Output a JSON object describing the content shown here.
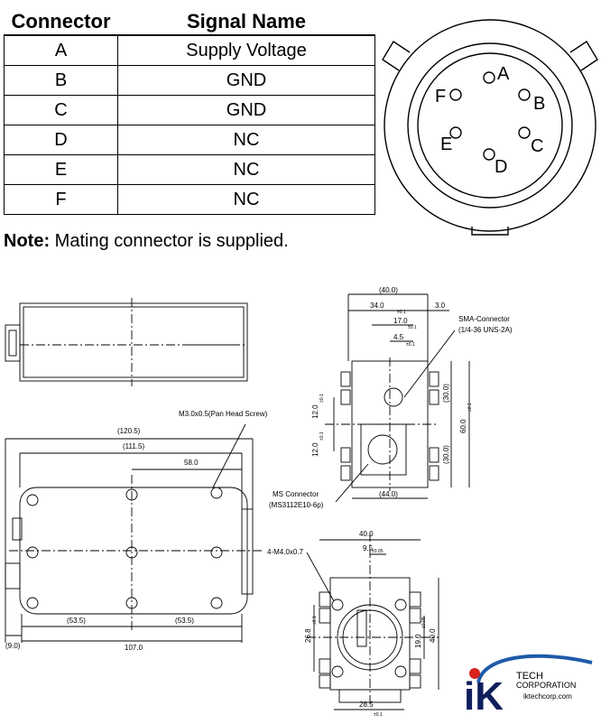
{
  "table": {
    "headers": [
      "Connector",
      "Signal Name"
    ],
    "rows": [
      {
        "connector": "A",
        "signal": "Supply Voltage"
      },
      {
        "connector": "B",
        "signal": "GND"
      },
      {
        "connector": "C",
        "signal": "GND"
      },
      {
        "connector": "D",
        "signal": "NC"
      },
      {
        "connector": "E",
        "signal": "NC"
      },
      {
        "connector": "F",
        "signal": "NC"
      }
    ]
  },
  "note": {
    "label": "Note:",
    "text": " Mating connector is supplied."
  },
  "connector_face": {
    "pins": [
      "A",
      "B",
      "C",
      "D",
      "E",
      "F"
    ]
  },
  "drawing": {
    "front": {
      "dim_overall": "(120.5)",
      "dim_inner": "(111.5)",
      "dim_58": "58.0",
      "dim_53a": "(53.5)",
      "dim_53b": "(53.5)",
      "dim_9": "(9.0)",
      "dim_107": "107.0",
      "screw_label": "M3.0x0.5(Pan Head Screw)"
    },
    "side": {
      "dim_40": "(40.0)",
      "dim_34": "34.0",
      "tol_34": "±0.1",
      "dim_3": "3.0",
      "dim_17": "17.0",
      "tol_17": "±0.1",
      "dim_45": "4.5",
      "tol_45": "±0.1",
      "dim_30a": "(30.0)",
      "dim_60": "60.0",
      "tol_60": "±0.1",
      "dim_30b": "(30.0)",
      "dim_12a": "12.0",
      "tol_12a": "±0.1",
      "dim_12b": "12.0",
      "tol_12b": "±0.1",
      "dim_44": "(44.0)",
      "sma_label": "SMA-Connector",
      "sma_sub": "(1/4-36 UNS-2A)",
      "ms_label": "MS Connector",
      "ms_sub": "(MS3112E10-6p)"
    },
    "bottom": {
      "dim_40": "40.0",
      "dim_95": "9.5",
      "tol_95": "±0.05",
      "thread_label": "4-M4.0x0.7",
      "dim_268": "26.8",
      "tol_268": "±0.1",
      "dim_19": "19.0",
      "tol_19": "±0.05",
      "dim_40v": "40.0",
      "dim_285": "28.5",
      "tol_285": "±0.1"
    }
  },
  "logo": {
    "mark": "iK",
    "line1": "TECH",
    "line2": "CORPORATION",
    "url": "iktechcorp.com",
    "colors": {
      "blue": "#1e5aa8",
      "red": "#d8231f",
      "navy": "#0f1e5c"
    }
  }
}
